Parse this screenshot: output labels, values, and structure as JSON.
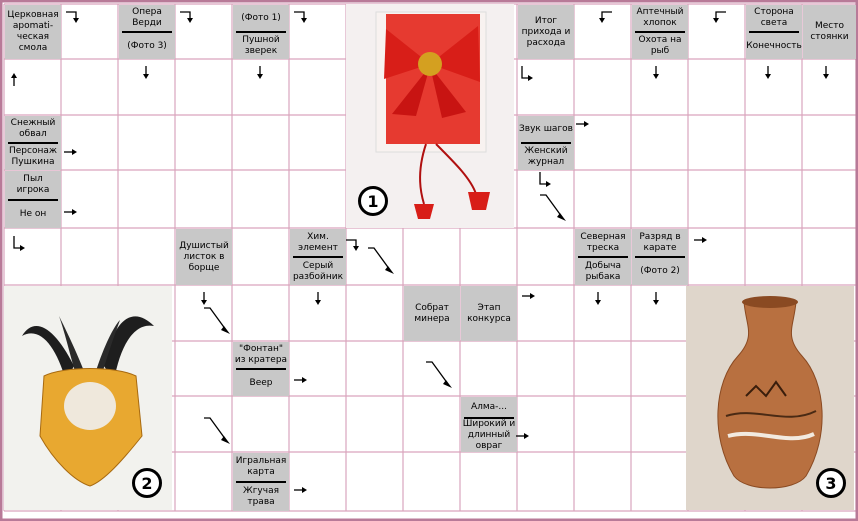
{
  "puzzle": {
    "clues": [
      {
        "id": "c-row0-col0",
        "texts": [
          "Церковная арomati-ческая смола"
        ]
      },
      {
        "id": "c-row0-col2",
        "texts": [
          "Опера Верди",
          "(Фото 3)"
        ]
      },
      {
        "id": "c-row0-col4",
        "texts": [
          "(Фото 1)",
          "Пушной зверек"
        ]
      },
      {
        "id": "c-row0-col9",
        "texts": [
          "Итог прихода и расхода"
        ]
      },
      {
        "id": "c-row0-col11",
        "texts": [
          "Аптечный хлопок",
          "Охота на рыб"
        ]
      },
      {
        "id": "c-row0-col13",
        "texts": [
          "Сторона света",
          "Конечность"
        ]
      },
      {
        "id": "c-row0-col14",
        "texts": [
          "Место стоянки"
        ]
      },
      {
        "id": "c-row2-col0",
        "texts": [
          "Снежный обвал",
          "Персонаж Пушкина"
        ]
      },
      {
        "id": "c-row2-col9",
        "texts": [
          "Звук шагов",
          "Женский журнал"
        ]
      },
      {
        "id": "c-row3-col0",
        "texts": [
          "Пыл игрока",
          "Не он"
        ]
      },
      {
        "id": "c-row4-col3",
        "texts": [
          "Душистый листок в борще"
        ]
      },
      {
        "id": "c-row4-col5",
        "texts": [
          "Хим. элемент",
          "Серый разбойник"
        ]
      },
      {
        "id": "c-row4-col10",
        "texts": [
          "Северная треска",
          "Добыча рыбака"
        ]
      },
      {
        "id": "c-row4-col11",
        "texts": [
          "Разряд в карате",
          "(Фото 2)"
        ]
      },
      {
        "id": "c-row5-col7",
        "texts": [
          "Собрат минера"
        ]
      },
      {
        "id": "c-row5-col8",
        "texts": [
          "Этап конкурса"
        ]
      },
      {
        "id": "c-row6-col4",
        "texts": [
          "\"Фонтан\" из кратера",
          "Веер"
        ]
      },
      {
        "id": "c-row7-col8",
        "texts": [
          "Алма-...",
          "Широкий и длинный овраг"
        ]
      },
      {
        "id": "c-row8-col4",
        "texts": [
          "Игральная карта",
          "Жгучая трава"
        ]
      }
    ],
    "photos": [
      {
        "number": "1",
        "icon": "christmas-bow-card"
      },
      {
        "number": "2",
        "icon": "goat-horns-trophy"
      },
      {
        "number": "3",
        "icon": "painted-vase"
      }
    ],
    "colors": {
      "grid": "#d9a5bd",
      "clue_bg": "#c8c8c8",
      "border": "#b87a98"
    }
  }
}
